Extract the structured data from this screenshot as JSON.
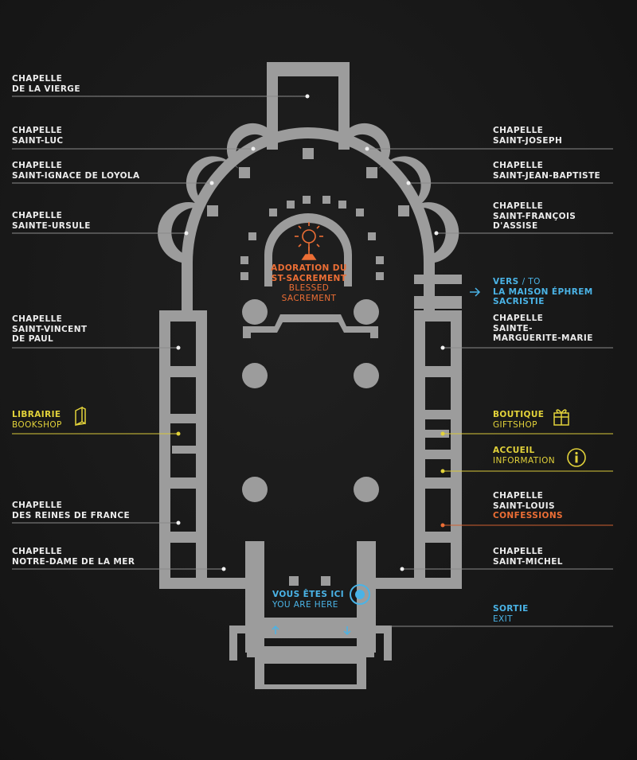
{
  "labels": {
    "vierge": [
      "CHAPELLE",
      "DE LA VIERGE"
    ],
    "luc": [
      "CHAPELLE",
      "SAINT-LUC"
    ],
    "ignace": [
      "CHAPELLE",
      "SAINT-IGNACE DE LOYOLA"
    ],
    "ursule": [
      "CHAPELLE",
      "SAINTE-URSULE"
    ],
    "vincent": [
      "CHAPELLE",
      "SAINT-VINCENT",
      "DE PAUL"
    ],
    "librairie": [
      "LIBRAIRIE",
      "BOOKSHOP"
    ],
    "reines": [
      "CHAPELLE",
      "DES REINES DE FRANCE"
    ],
    "notredame": [
      "CHAPELLE",
      "NOTRE-DAME DE LA MER"
    ],
    "joseph": [
      "CHAPELLE",
      "SAINT-JOSEPH"
    ],
    "jeanbaptiste": [
      "CHAPELLE",
      "SAINT-JEAN-BAPTISTE"
    ],
    "francois": [
      "CHAPELLE",
      "SAINT-FRANÇOIS",
      "D'ASSISE"
    ],
    "vers": [
      "VERS",
      "/ TO",
      "LA MAISON ÉPHREM",
      "SACRISTIE"
    ],
    "marguerite": [
      "CHAPELLE",
      "SAINTE-",
      "MARGUERITE-MARIE"
    ],
    "boutique": [
      "BOUTIQUE",
      "GIFTSHOP"
    ],
    "accueil": [
      "ACCUEIL",
      "INFORMATION"
    ],
    "louis": [
      "CHAPELLE",
      "SAINT-LOUIS",
      "CONFESSIONS"
    ],
    "michel": [
      "CHAPELLE",
      "SAINT-MICHEL"
    ],
    "sortie": [
      "SORTIE",
      "EXIT"
    ],
    "adoration": [
      "ADORATION DU",
      "ST-SACREMENT",
      "BLESSED",
      "SACREMENT"
    ],
    "vousetes": [
      "VOUS ÊTES ICI",
      "YOU ARE HERE"
    ]
  },
  "colors": {
    "background": "#141414",
    "plan": "#9c9c9c",
    "text": "#ececec",
    "yellow": "#e2d23a",
    "blue": "#4ab3e6",
    "orange": "#ec6e35"
  },
  "icons": {
    "adoration": "monstrance-icon",
    "bookshop": "book-icon",
    "giftshop": "gift-icon",
    "information": "info-icon",
    "here": "you-are-here-marker-icon",
    "directions": "arrow-icon"
  }
}
